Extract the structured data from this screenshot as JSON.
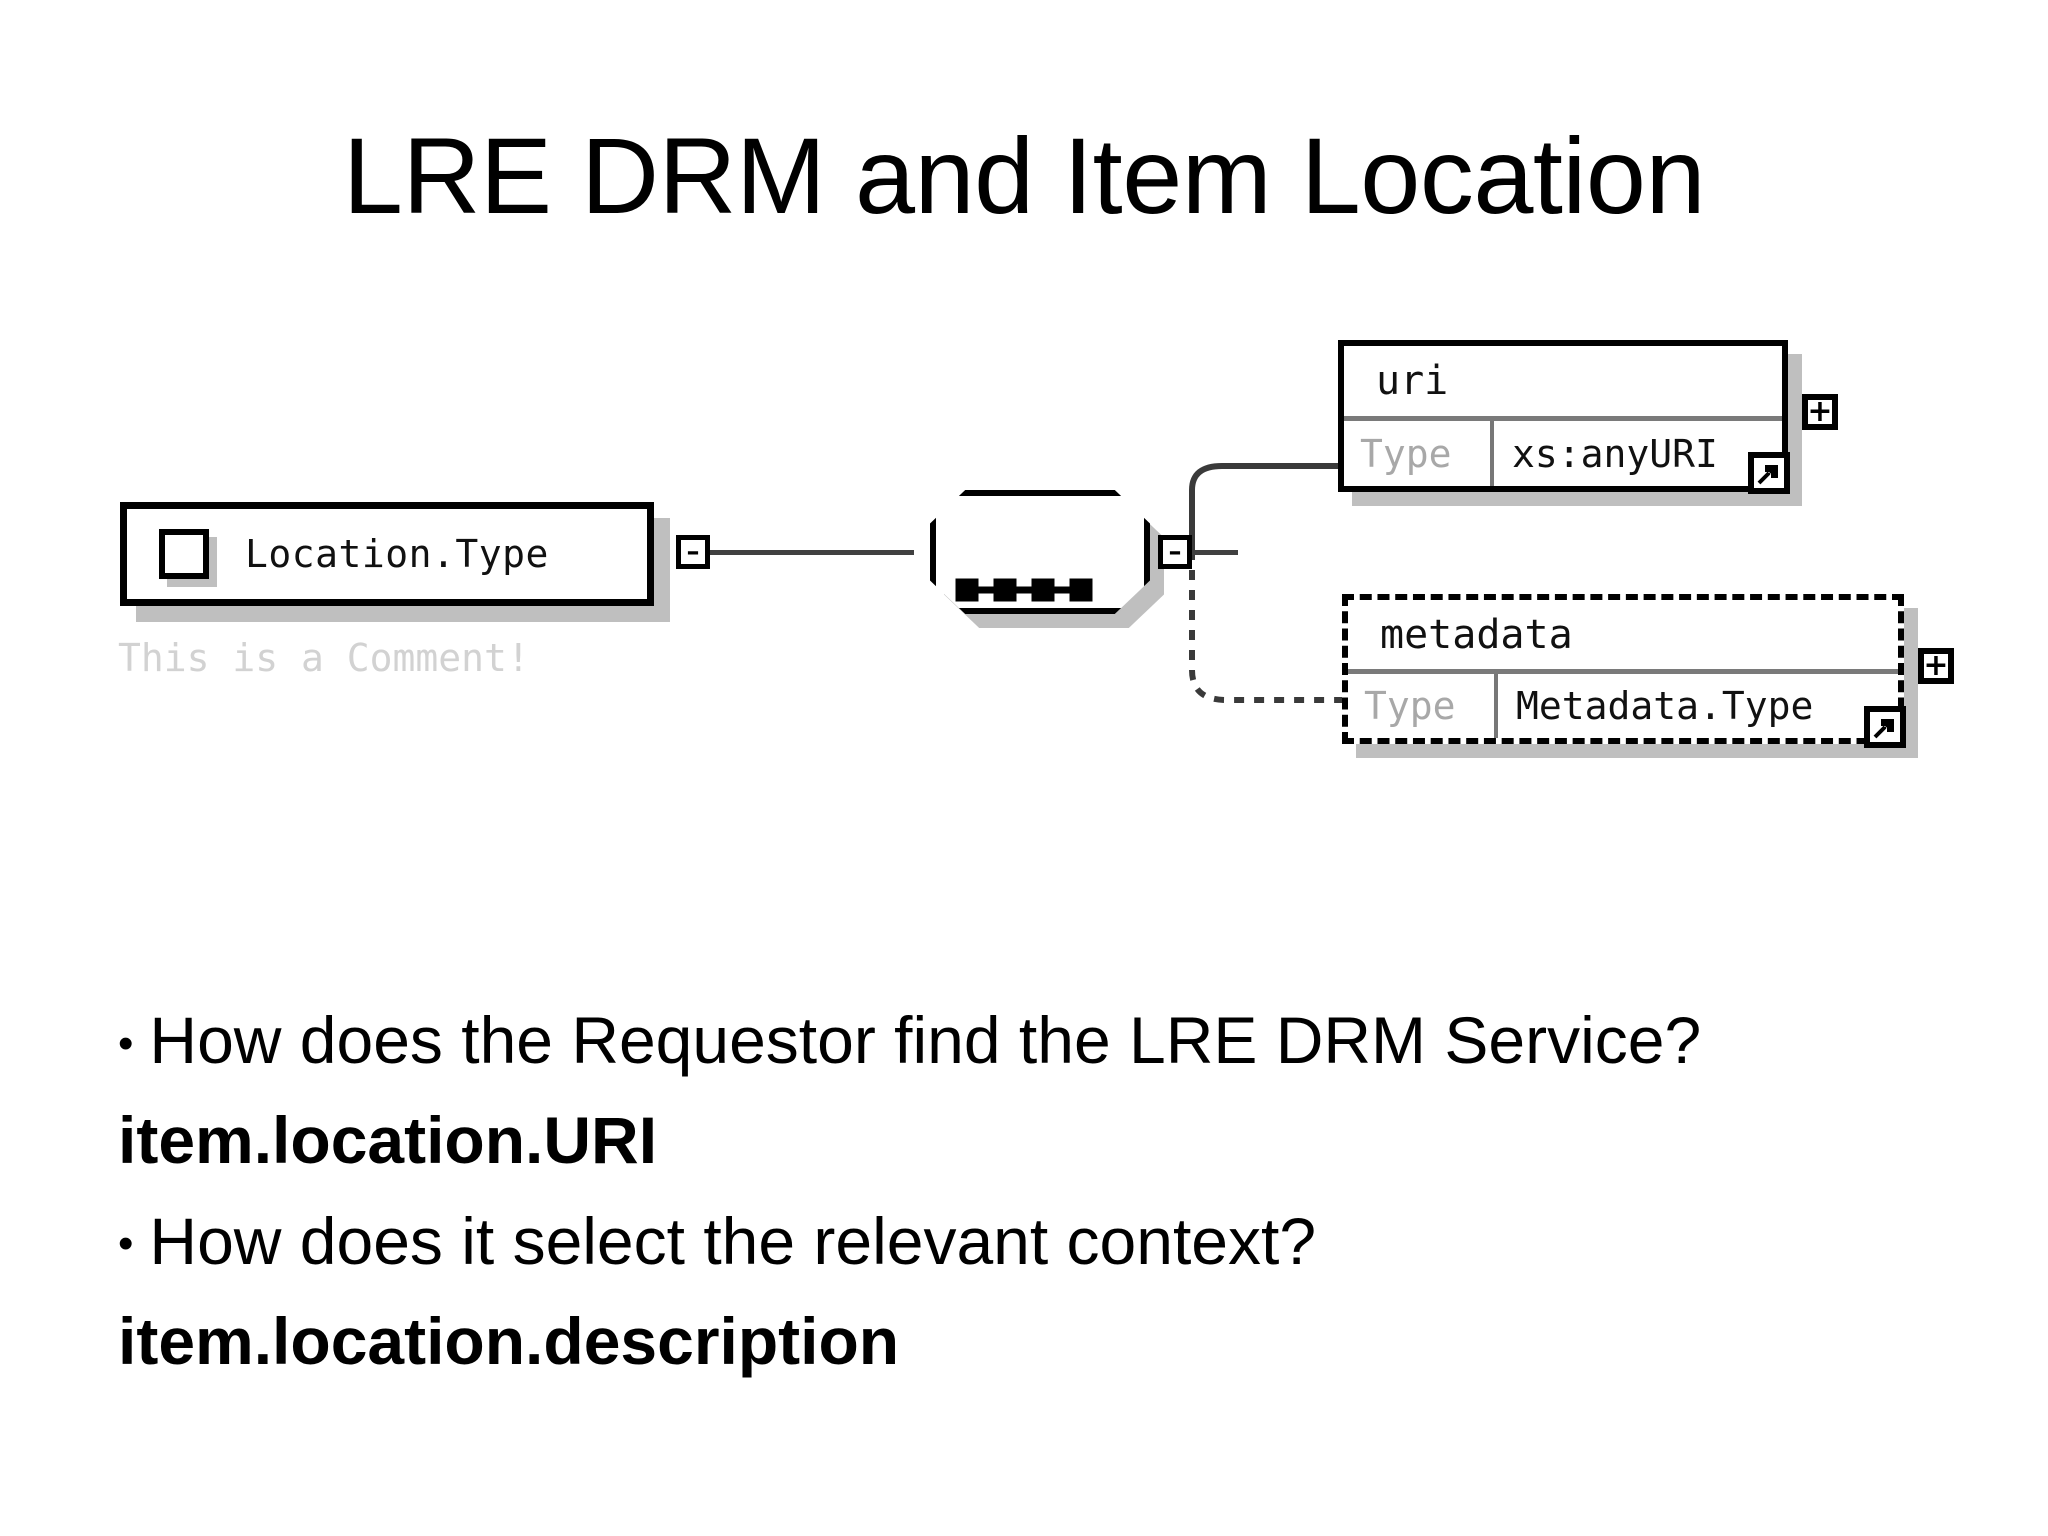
{
  "slide": {
    "title": "LRE DRM and Item Location",
    "background_color": "#ffffff"
  },
  "diagram": {
    "type": "xsd-schema-tree",
    "root": {
      "label": "Location.Type",
      "comment": "This is a Comment!",
      "comment_color": "#d2d2d2",
      "toggle_glyph": "–",
      "checkbox_icon": "empty-square"
    },
    "compositor": {
      "kind": "sequence",
      "indicator_dots": 4,
      "toggle_glyph": "–"
    },
    "children": [
      {
        "name": "uri",
        "type_label": "Type",
        "type_value": "xs:anyURI",
        "optional": false,
        "border_style": "solid",
        "expander_glyph": "+",
        "link_badge_icon": "goto-definition-arrow"
      },
      {
        "name": "metadata",
        "type_label": "Type",
        "type_value": "Metadata.Type",
        "optional": true,
        "border_style": "dashed",
        "expander_glyph": "+",
        "link_badge_icon": "goto-definition-arrow"
      }
    ]
  },
  "body": {
    "bullet_glyph": "•",
    "paragraphs": [
      {
        "normal_1": "How does the Requestor find the LRE DRM Service? ",
        "bold_1": "item.location.URI"
      },
      {
        "normal_1": "How does it select the relevant context? ",
        "bold_1": "item.location.description"
      }
    ]
  }
}
